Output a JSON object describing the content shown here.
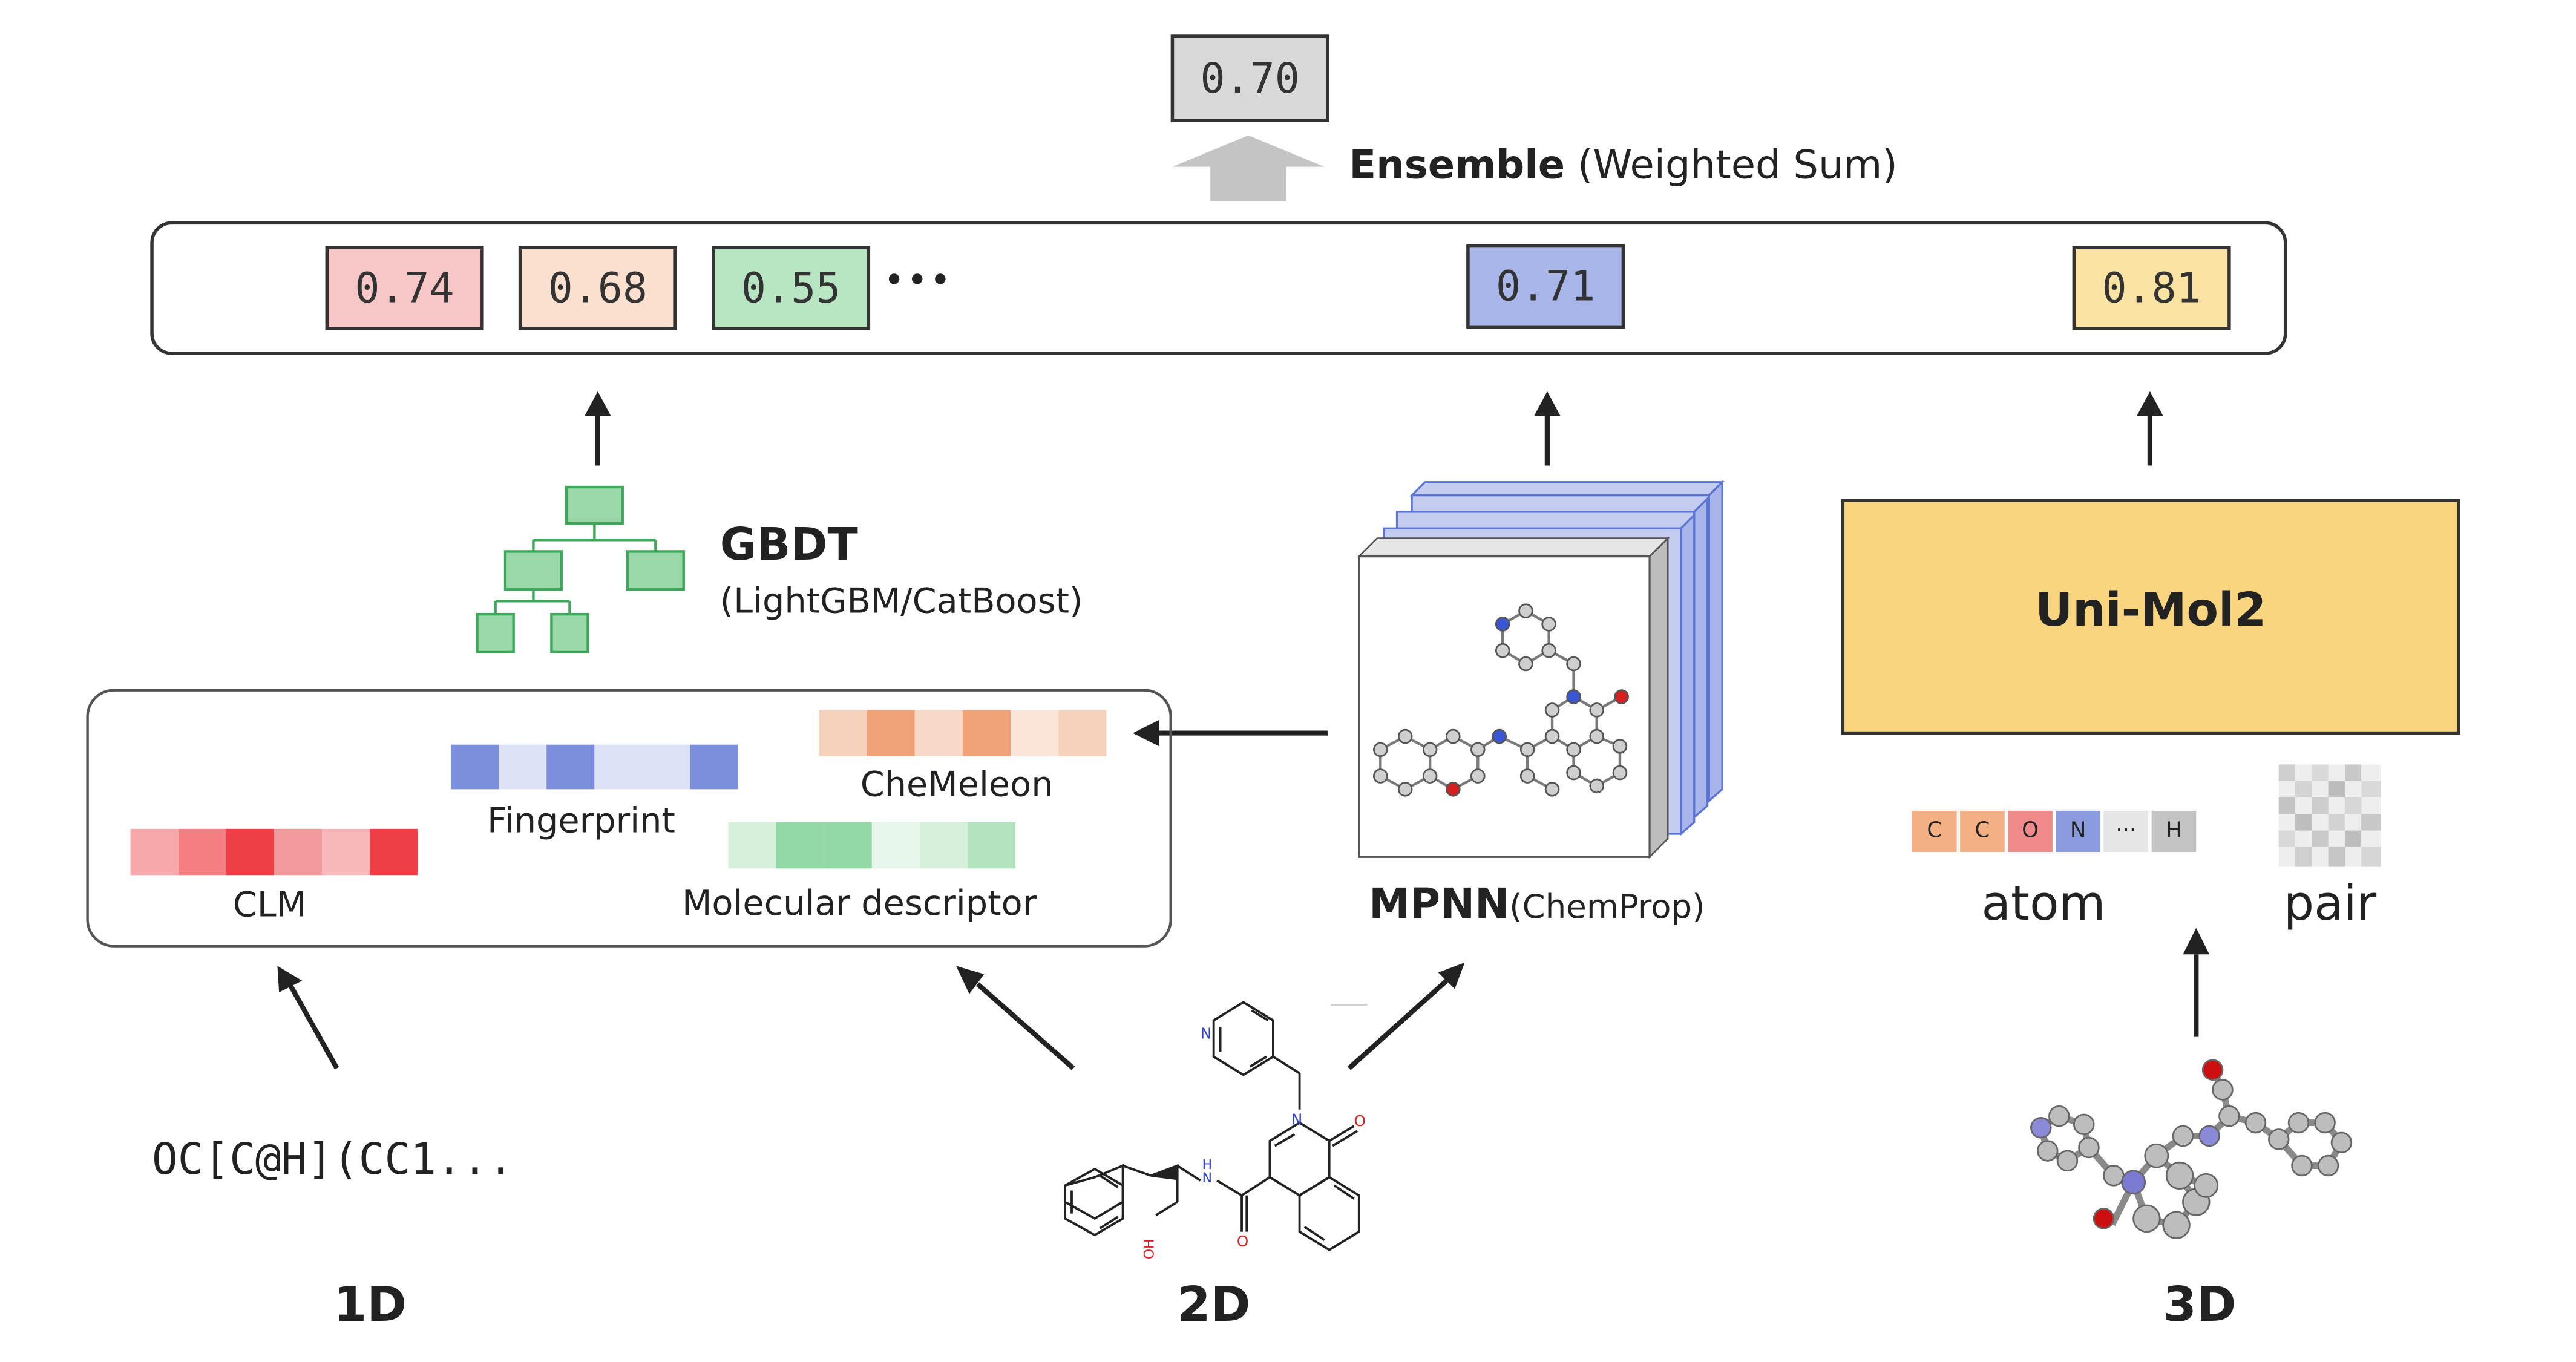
{
  "ensemble": {
    "output": "0.70",
    "label_bold": "Ensemble",
    "label_rest": " (Weighted Sum)"
  },
  "scores": [
    {
      "value": "0.74",
      "color": "#f7c6c6"
    },
    {
      "value": "0.68",
      "color": "#fbe0cf"
    },
    {
      "value": "0.55",
      "color": "#b9e6c2"
    },
    {
      "value": "0.71",
      "color": "#a9b6ea"
    },
    {
      "value": "0.81",
      "color": "#fbe3a4"
    }
  ],
  "ellipsis": "•••",
  "gbdt": {
    "title": "GBDT",
    "subtitle": "(LightGBM/CatBoost)",
    "color": "#9cd9aa",
    "stroke": "#3ea85a"
  },
  "features": {
    "clm": {
      "label": "CLM",
      "colors": [
        "#f7a8aa",
        "#f37f83",
        "#ee3f47",
        "#f39a9c",
        "#f8b7b8",
        "#ee3f47"
      ]
    },
    "fingerprint": {
      "label": "Fingerprint",
      "colors": [
        "#7b8fdc",
        "#dde2f6",
        "#7b8fdc",
        "#dde2f6",
        "#dde2f6",
        "#7b8fdc"
      ]
    },
    "chemeleon": {
      "label": "CheMeleon",
      "colors": [
        "#f6d2bd",
        "#f0a378",
        "#f8d9c7",
        "#f0a378",
        "#fbe5d8",
        "#f6d2bd"
      ]
    },
    "descriptor": {
      "label": "Molecular descriptor",
      "colors": [
        "#d6f0dc",
        "#92d9a5",
        "#92d9a5",
        "#e6f6ea",
        "#d6f0dc",
        "#b3e3bf"
      ]
    }
  },
  "mpnn": {
    "label_bold": "MPNN",
    "label_rest": "(ChemProp)"
  },
  "unimol": {
    "label": "Uni-Mol2",
    "color": "#f8d57e"
  },
  "atoms": {
    "cells": [
      {
        "text": "C",
        "color": "#f3b085"
      },
      {
        "text": "C",
        "color": "#f3b085"
      },
      {
        "text": "O",
        "color": "#f08a8a"
      },
      {
        "text": "N",
        "color": "#8a9be0"
      },
      {
        "text": "···",
        "color": "#e6e6e6"
      },
      {
        "text": "H",
        "color": "#c4c4c4"
      }
    ],
    "label": "atom"
  },
  "pair": {
    "label": "pair"
  },
  "smiles": "OC[C@H](CC1...",
  "molecule_2d": {
    "atom_n": "N",
    "atom_o": "O",
    "atom_oh": "OH",
    "atom_hn": "H\nN"
  },
  "dimensions": {
    "d1": "1D",
    "d2": "2D",
    "d3": "3D"
  }
}
